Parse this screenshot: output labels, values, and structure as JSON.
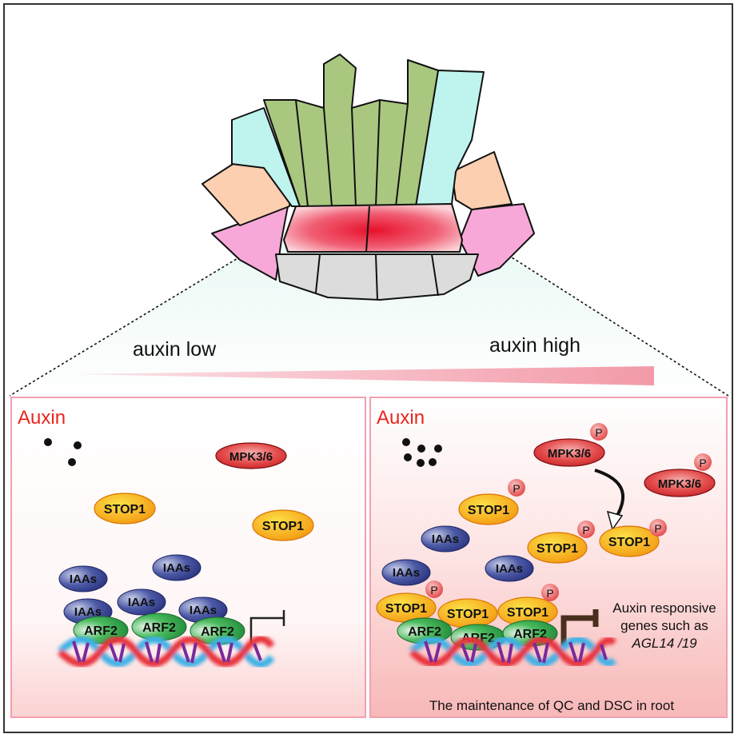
{
  "gradient": {
    "low_label": "auxin low",
    "high_label": "auxin high"
  },
  "left_panel": {
    "title": "Auxin",
    "mpk": "MPK3/6",
    "stop1": "STOP1",
    "iaas": "IAAs",
    "arf2": "ARF2"
  },
  "right_panel": {
    "title": "Auxin",
    "mpk": "MPK3/6",
    "phospho": "P",
    "stop1": "STOP1",
    "iaas": "IAAs",
    "arf2": "ARF2",
    "target_line1": "Auxin responsive",
    "target_line2": "genes such as",
    "target_genes": "AGL14 /19",
    "caption": "The maintenance of QC and DSC in root"
  },
  "colors": {
    "title_red": "#e8271d",
    "mpk_red": "#d6272b",
    "stop1_orange": "#f5b01b",
    "iaa_blue": "#3a4a96",
    "arf2_green": "#2e9c48",
    "p_badge": "#e85a5a"
  }
}
